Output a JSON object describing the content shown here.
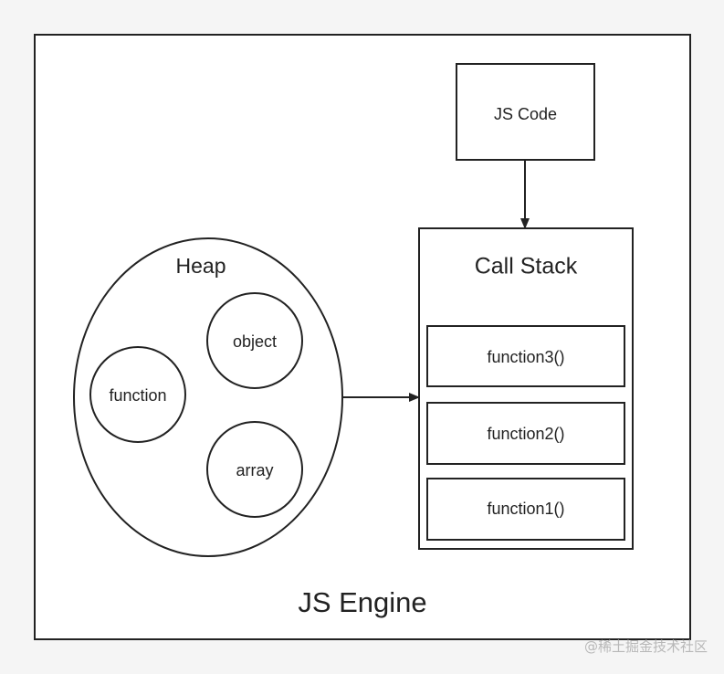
{
  "engine": {
    "label": "JS Engine"
  },
  "code_box": {
    "label": "JS Code"
  },
  "heap": {
    "title": "Heap",
    "items": [
      "object",
      "function",
      "array"
    ]
  },
  "call_stack": {
    "title": "Call Stack",
    "frames": [
      "function3()",
      "function2()",
      "function1()"
    ]
  },
  "watermark": "@稀土掘金技术社区"
}
